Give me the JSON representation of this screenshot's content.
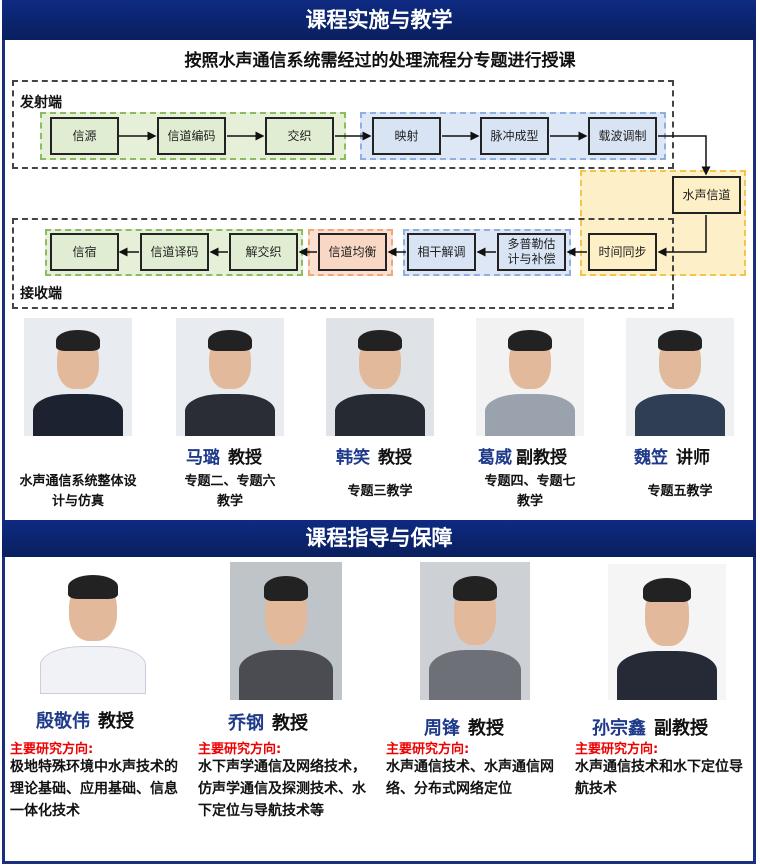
{
  "section1": {
    "title": "课程实施与教学",
    "subtitle": "按照水声通信系统需经过的处理流程分专题进行授课"
  },
  "diagram": {
    "transmit_label": "发射端",
    "receive_label": "接收端",
    "transmit": [
      "信源",
      "信道编码",
      "交织",
      "映射",
      "脉冲成型",
      "载波调制"
    ],
    "channel": "水声信道",
    "receive": [
      "时间同步",
      "多普勒估计与补偿",
      "相干解调",
      "信道均衡",
      "解交织",
      "信道译码",
      "信宿"
    ]
  },
  "teachers": [
    {
      "name": "",
      "title": "",
      "desc": "水声通信系统整体设计与仿真"
    },
    {
      "name": "马璐",
      "title": "教授",
      "desc": "专题二、专题六教学"
    },
    {
      "name": "韩笑",
      "title": "教授",
      "desc": "专题三教学"
    },
    {
      "name": "葛威",
      "title": "副教授",
      "desc": "专题四、专题七教学"
    },
    {
      "name": "魏笠",
      "title": "讲师",
      "desc": "专题五教学"
    }
  ],
  "section2": {
    "title": "课程指导与保障"
  },
  "advisors": [
    {
      "name": "殷敬伟",
      "title": "教授",
      "label": "主要研究方向:",
      "research": "极地特殊环境中水声技术的理论基础、应用基础、信息一体化技术"
    },
    {
      "name": "乔钢",
      "title": "教授",
      "label": "主要研究方向:",
      "research": "水下声学通信及网络技术，仿声学通信及探测技术、水下定位与导航技术等"
    },
    {
      "name": "周锋",
      "title": "教授",
      "label": "主要研究方向:",
      "research": "水声通信技术、水声通信网络、分布式网络定位"
    },
    {
      "name": "孙宗鑫",
      "title": "副教授",
      "label": "主要研究方向:",
      "research": "水声通信技术和水下定位导航技术"
    }
  ],
  "colors": {
    "header": "#0e2a82",
    "name": "#1f3a8a",
    "red": "#e00000"
  }
}
